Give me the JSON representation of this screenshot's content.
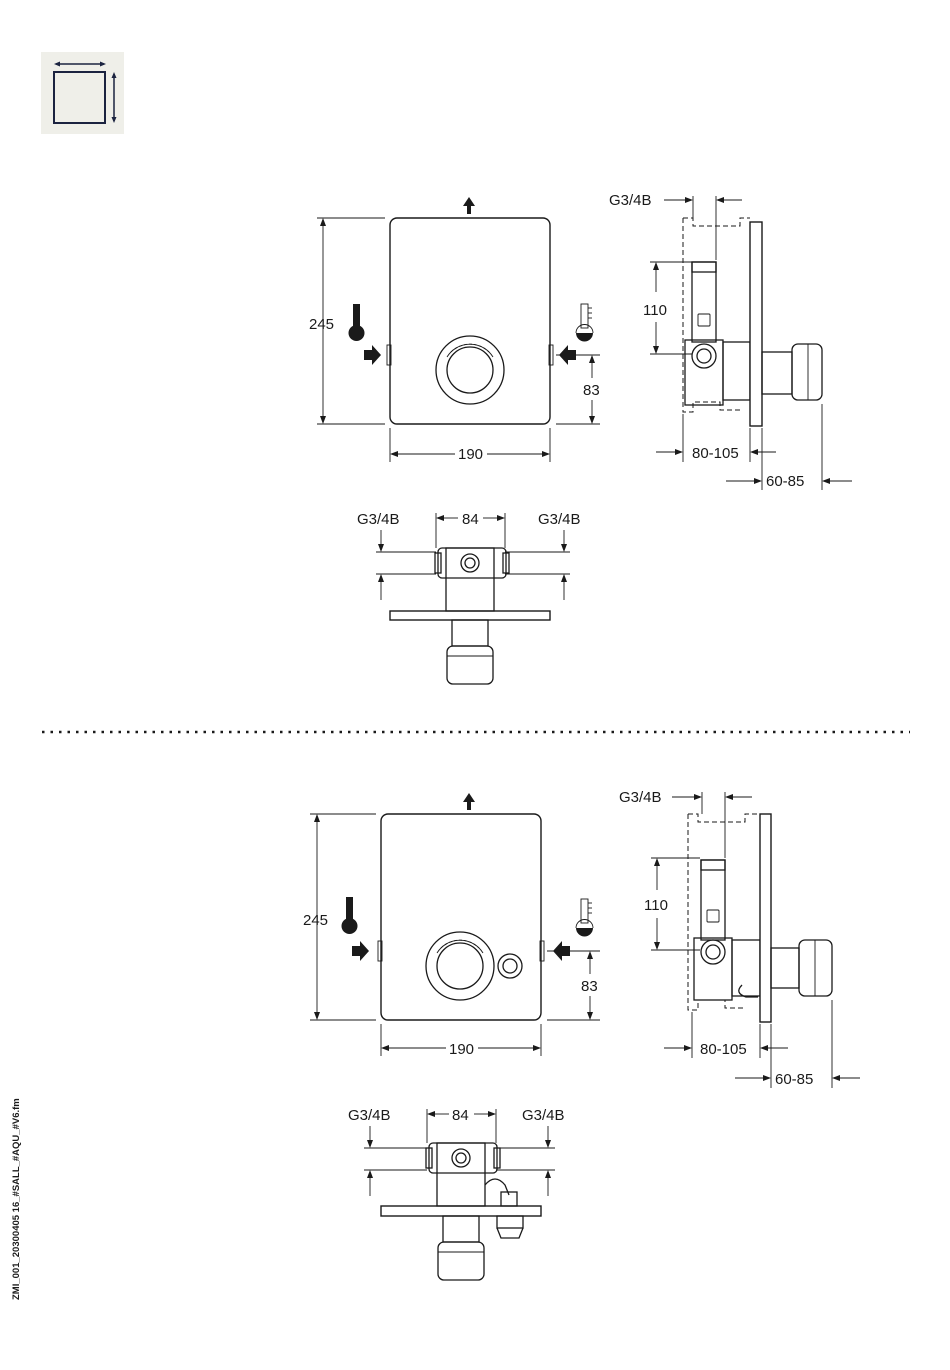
{
  "header": {
    "dimension_icon": "width-height-dimensions-icon"
  },
  "variant_top": {
    "front": {
      "height_label": "245",
      "width_label": "190",
      "inlet_height_label": "83"
    },
    "side": {
      "thread_label": "G3/4B",
      "spacing_label": "110",
      "depth_label": "80-105",
      "projection_label": "60-85"
    },
    "top": {
      "left_thread_label": "G3/4B",
      "center_label": "84",
      "right_thread_label": "G3/4B"
    }
  },
  "variant_bottom": {
    "front": {
      "height_label": "245",
      "width_label": "190",
      "inlet_height_label": "83"
    },
    "side": {
      "thread_label": "G3/4B",
      "spacing_label": "110",
      "depth_label": "80-105",
      "projection_label": "60-85"
    },
    "top": {
      "left_thread_label": "G3/4B",
      "center_label": "84",
      "right_thread_label": "G3/4B"
    }
  },
  "footer": {
    "file_reference": "ZMI_001_20300405 16_#SALL_#AQU_#V6.fm"
  }
}
